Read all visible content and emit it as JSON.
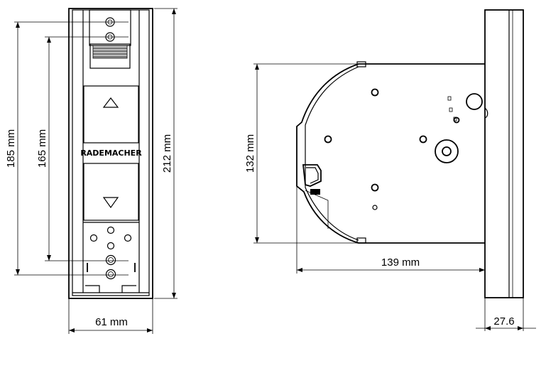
{
  "front_view": {
    "brand_label": "RADEMACHER",
    "up_button_icon": "triangle-up-icon",
    "down_button_icon": "triangle-down-icon",
    "dimensions": {
      "total_height": "212 mm",
      "hole_pitch_outer": "185 mm",
      "hole_pitch_inner": "165 mm",
      "width": "61 mm"
    }
  },
  "side_view": {
    "dimensions": {
      "height": "132 mm",
      "depth": "139 mm",
      "plate_depth": "27.6"
    }
  }
}
